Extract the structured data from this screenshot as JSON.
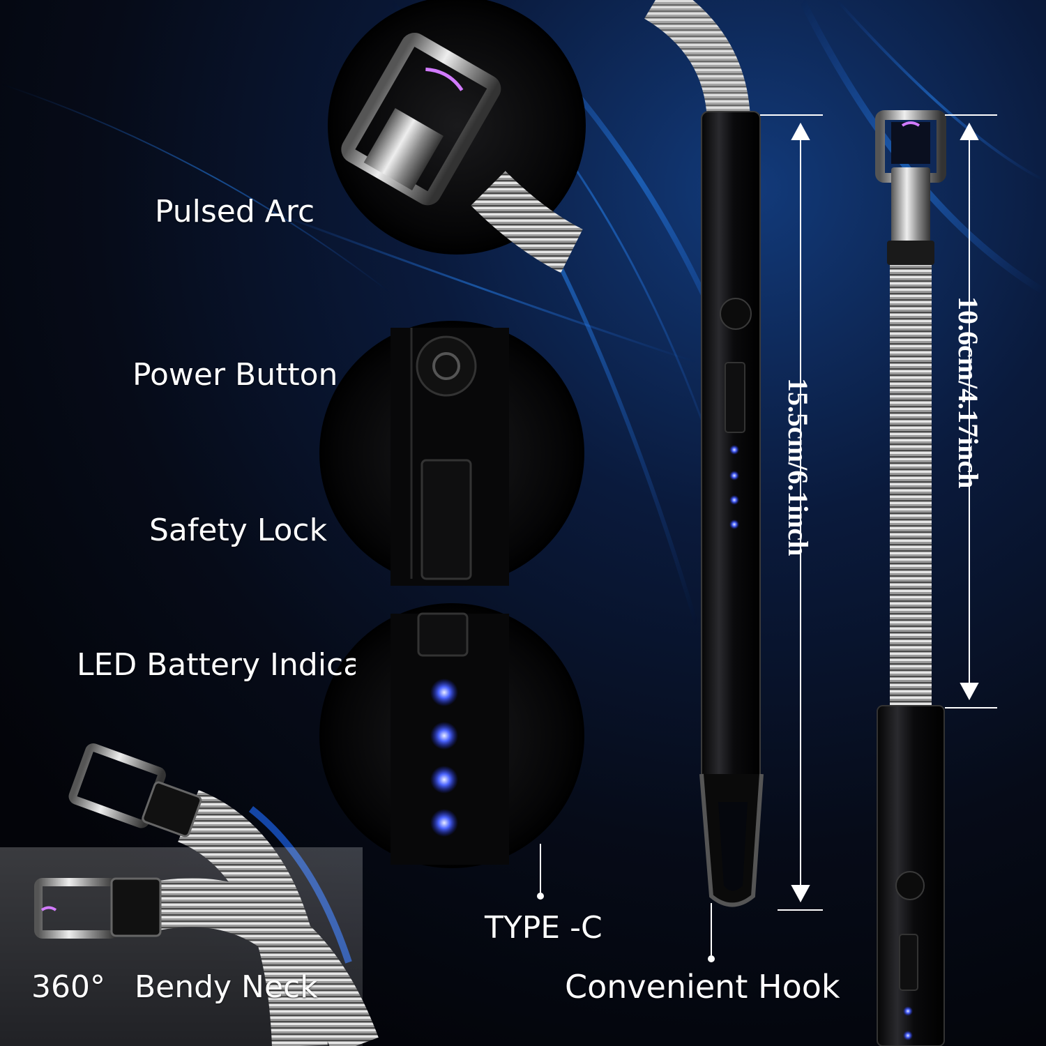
{
  "features": {
    "pulsed_arc": "Pulsed Arc",
    "power_button": "Power Button",
    "safety_lock": "Safety Lock",
    "led_indicator": "LED Battery Indicat",
    "type_c": "TYPE -C",
    "bendy_neck": "360°   Bendy Neck",
    "hook": "Convenient Hook"
  },
  "dimensions": {
    "handle_length": "15.5cm/6.1inch",
    "neck_length": "10.6cm/4.17inch"
  },
  "colors": {
    "background": "#05070d",
    "accent_blue": "#1b4fd8",
    "led": "#3f5cff",
    "arc": "#d27bff"
  }
}
